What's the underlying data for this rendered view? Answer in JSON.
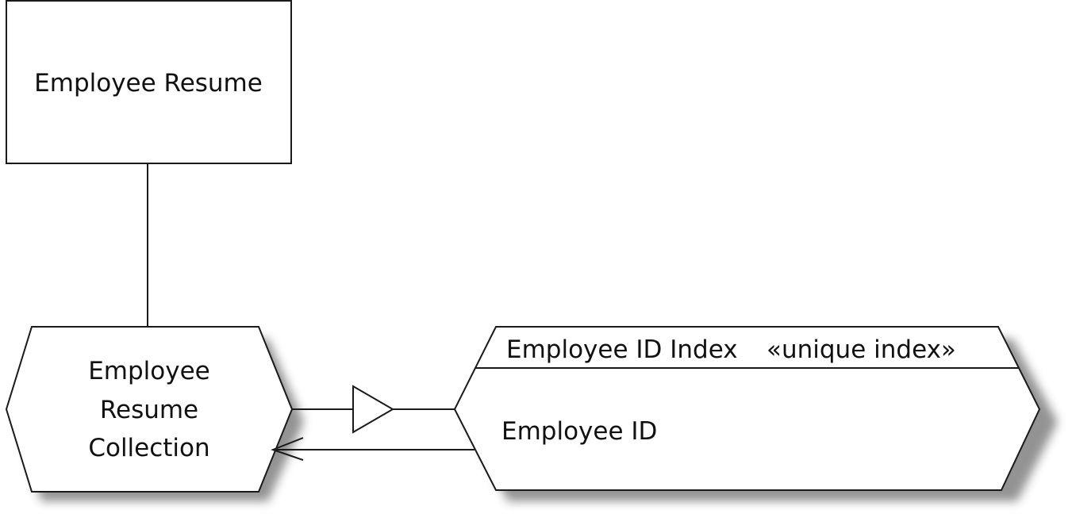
{
  "diagram": {
    "resume_box": {
      "label": "Employee Resume"
    },
    "collection": {
      "lines": [
        "Employee",
        "Resume",
        "Collection"
      ]
    },
    "index": {
      "title": "Employee ID Index",
      "stereotype": "«unique index»",
      "key": "Employee ID"
    }
  }
}
